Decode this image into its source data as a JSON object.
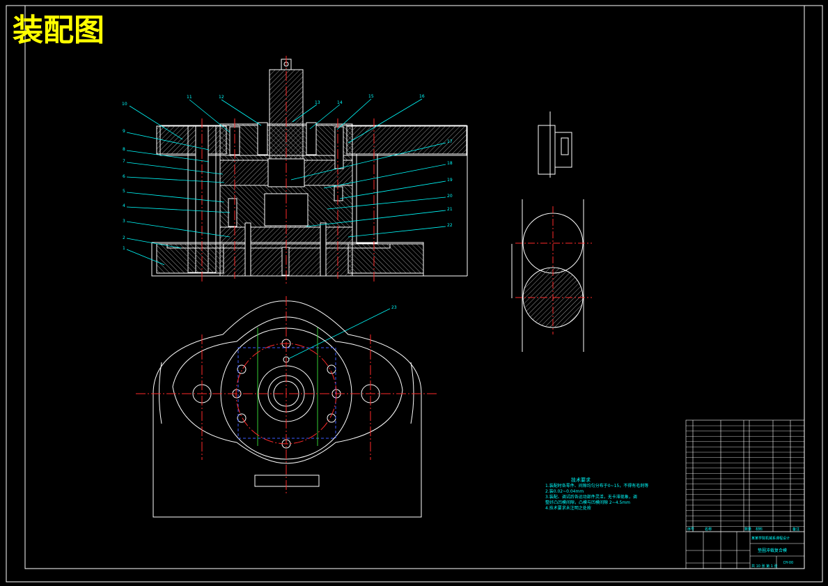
{
  "sheet": {
    "title": "装配图",
    "border_color": "#ffffff",
    "title_color": "#ffff00"
  },
  "colors": {
    "outline": "#ffffff",
    "centerline": "#ff2a2a",
    "leader": "#00ffff",
    "hidden": "#3b5bff",
    "green": "#33cc33",
    "hatch": "#9a9a9a"
  },
  "balloons": {
    "left": [
      "10",
      "9",
      "8",
      "7",
      "6",
      "5",
      "4",
      "3",
      "2",
      "1"
    ],
    "top": [
      "11",
      "12",
      "13",
      "14",
      "15",
      "16"
    ],
    "right": [
      "17",
      "18",
      "19",
      "20",
      "21",
      "22"
    ],
    "plan": "23"
  },
  "tech_requirements": {
    "heading": "技术要求",
    "lines": [
      "1.装配时各零件、间隙均匀分布于0~15，不得有毛刺等",
      "2.装0.02~0.04mm",
      "3.装配、调试后各运动部件灵活，无卡滞现象，调",
      "整好凸凹模间隙，凸模与凹模间隙 2~4.5mm",
      "4.技术要求未注明之处按"
    ]
  },
  "title_block": {
    "headers": [
      "序号",
      "名称",
      "数量",
      "材料",
      "备注"
    ],
    "school": "某某学院机械系课程设计",
    "drawing_name": "垫圈冲裁复合模",
    "drawing_no": "DY-00",
    "scale_row": "共 10 张  第 1 张"
  }
}
